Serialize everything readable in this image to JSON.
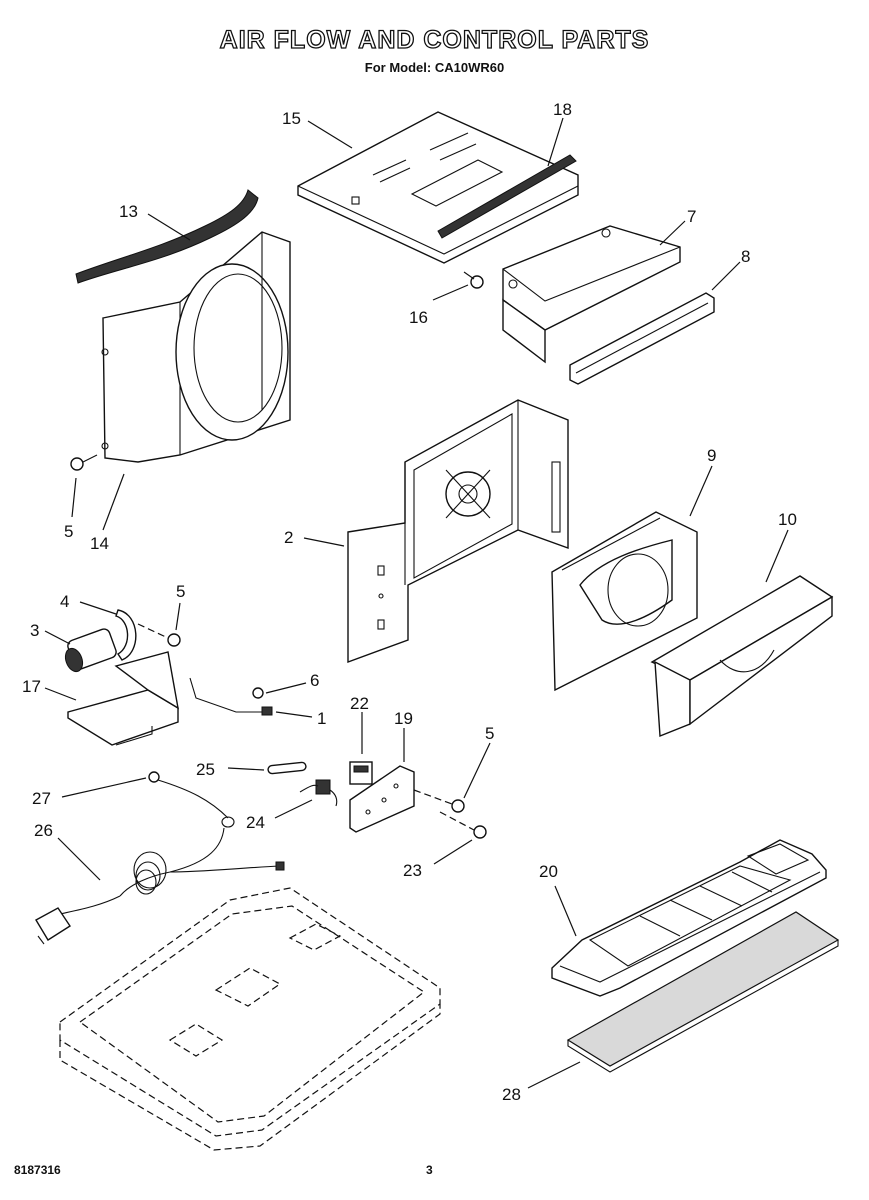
{
  "header": {
    "title": "AIR FLOW AND CONTROL PARTS",
    "subtitle": "For Model: CA10WR60"
  },
  "footer": {
    "doc_number": "8187316",
    "page_number": "3"
  },
  "callouts": [
    {
      "id": "15",
      "label": "15"
    },
    {
      "id": "18",
      "label": "18"
    },
    {
      "id": "13",
      "label": "13"
    },
    {
      "id": "7",
      "label": "7"
    },
    {
      "id": "8",
      "label": "8"
    },
    {
      "id": "16",
      "label": "16"
    },
    {
      "id": "9",
      "label": "9"
    },
    {
      "id": "10",
      "label": "10"
    },
    {
      "id": "5a",
      "label": "5"
    },
    {
      "id": "14",
      "label": "14"
    },
    {
      "id": "2",
      "label": "2"
    },
    {
      "id": "4",
      "label": "4"
    },
    {
      "id": "5b",
      "label": "5"
    },
    {
      "id": "3",
      "label": "3"
    },
    {
      "id": "17",
      "label": "17"
    },
    {
      "id": "6",
      "label": "6"
    },
    {
      "id": "1",
      "label": "1"
    },
    {
      "id": "22",
      "label": "22"
    },
    {
      "id": "19",
      "label": "19"
    },
    {
      "id": "5c",
      "label": "5"
    },
    {
      "id": "25",
      "label": "25"
    },
    {
      "id": "27",
      "label": "27"
    },
    {
      "id": "24",
      "label": "24"
    },
    {
      "id": "26",
      "label": "26"
    },
    {
      "id": "23",
      "label": "23"
    },
    {
      "id": "20",
      "label": "20"
    },
    {
      "id": "28",
      "label": "28"
    }
  ]
}
